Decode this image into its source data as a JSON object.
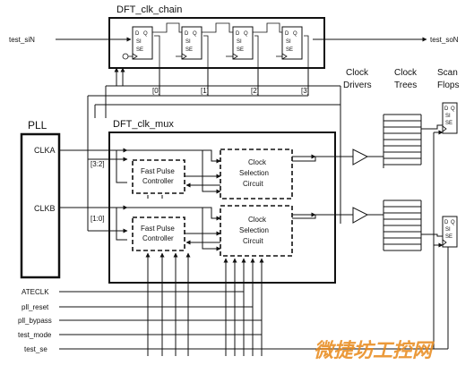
{
  "chain": {
    "title": "DFT_clk_chain",
    "input": "test_siN",
    "output": "test_soN",
    "taps": [
      "[0]",
      "[1]",
      "[2]",
      "[3]"
    ]
  },
  "flop": {
    "d": "D",
    "q": "Q",
    "si": "SI",
    "se": "SE"
  },
  "columns": {
    "drivers": [
      "Clock",
      "Drivers"
    ],
    "trees": [
      "Clock",
      "Trees"
    ],
    "scan": [
      "Scan",
      "Flops"
    ]
  },
  "pll": {
    "title": "PLL",
    "clka": "CLKA",
    "clkb": "CLKB"
  },
  "mux": {
    "title": "DFT_clk_mux",
    "bus_hi": "[3:2]",
    "bus_lo": "[1:0]"
  },
  "fpc": {
    "line1": "Fast Pulse",
    "line2": "Controller"
  },
  "csc": {
    "line1": "Clock",
    "line2": "Selection",
    "line3": "Circuit"
  },
  "inputs": [
    "ATECLK",
    "pll_reset",
    "pll_bypass",
    "test_mode",
    "test_se"
  ],
  "watermark": "微捷坊工控网",
  "colors": {
    "line": "#111111",
    "watermark": "#e8891a"
  }
}
